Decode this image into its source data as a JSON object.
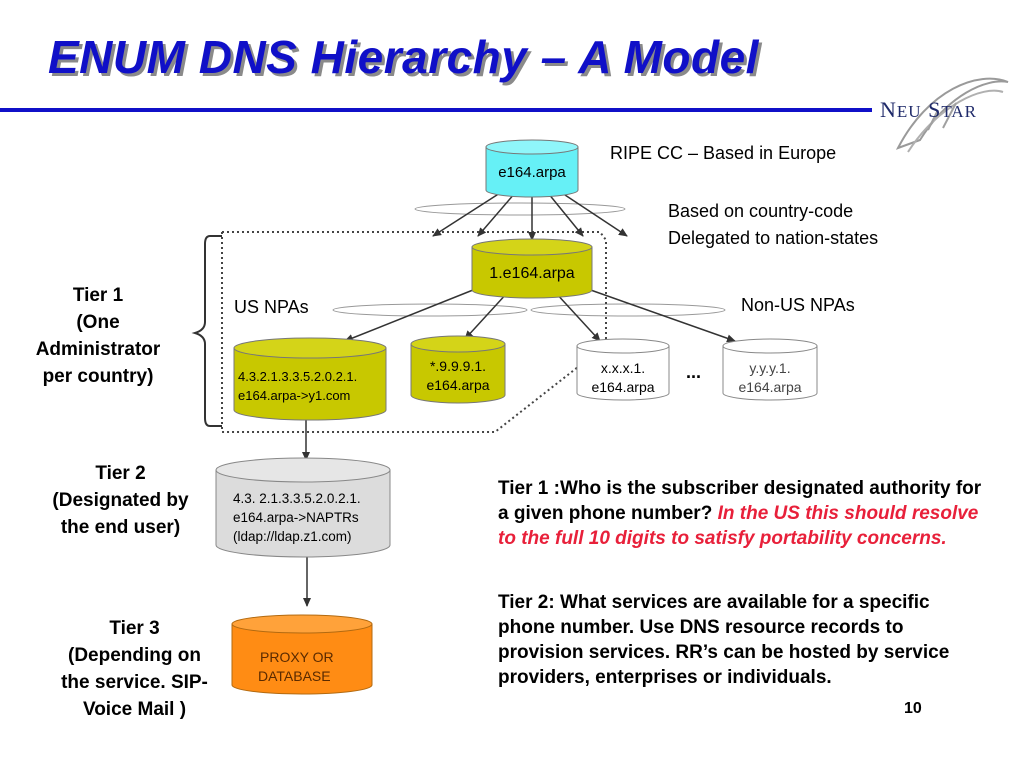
{
  "slide": {
    "title": "ENUM DNS Hierarchy – A Model",
    "page_number": "10"
  },
  "logo": {
    "big1": "N",
    "small1": "EU",
    "big2": "S",
    "small2": "TAR"
  },
  "annotations": {
    "ripe": "RIPE CC – Based in Europe",
    "cc_line1": "Based on country-code",
    "cc_line2": "Delegated to nation-states",
    "us_npas": "US NPAs",
    "non_us_npas": "Non-US NPAs",
    "ellipsis": "..."
  },
  "tiers": {
    "tier1": {
      "line1": "Tier 1",
      "line2": "(One",
      "line3": "Administrator",
      "line4": "per country)"
    },
    "tier2": {
      "line1": "Tier 2",
      "line2": "(Designated by",
      "line3": "the end user)"
    },
    "tier3": {
      "line1": "Tier 3",
      "line2": "(Depending on",
      "line3": "the service. SIP-",
      "line4": "Voice Mail )"
    }
  },
  "nodes": {
    "root": {
      "label": "e164.arpa",
      "color": "#66f0f6"
    },
    "country": {
      "label": "1.e164.arpa",
      "color": "#c8c800"
    },
    "npa_us": {
      "line1": "4.3.2.1.3.3.5.2.0.2.1.",
      "line2": "e164.arpa->y1.com",
      "color": "#c8c800"
    },
    "npa_999": {
      "line1": "*.9.9.9.1.",
      "line2": "e164.arpa",
      "color": "#c8c800"
    },
    "npa_x": {
      "line1": "x.x.x.1.",
      "line2": "e164.arpa",
      "color": "#ffffff"
    },
    "npa_y": {
      "line1": "y.y.y.1.",
      "line2": "e164.arpa",
      "color": "#ffffff"
    },
    "tier2": {
      "line1": "4.3. 2.1.3.3.5.2.0.2.1.",
      "line2": "e164.arpa->NAPTRs",
      "line3": "(ldap://ldap.z1.com)",
      "color": "#dcdcdc"
    },
    "tier3": {
      "line1": "PROXY OR",
      "line2": "DATABASE",
      "color": "#ff8c14"
    }
  },
  "explanation": {
    "tier1_bold": "Tier 1 :Who is the subscriber designated authority for a given phone number?",
    "tier1_red": "In the US this should resolve to the full 10 digits to satisfy portability concerns.",
    "tier2_text": "Tier 2: What services are available for a specific phone number. Use DNS resource records to provision services. RR’s can be hosted by service providers, enterprises or individuals."
  }
}
